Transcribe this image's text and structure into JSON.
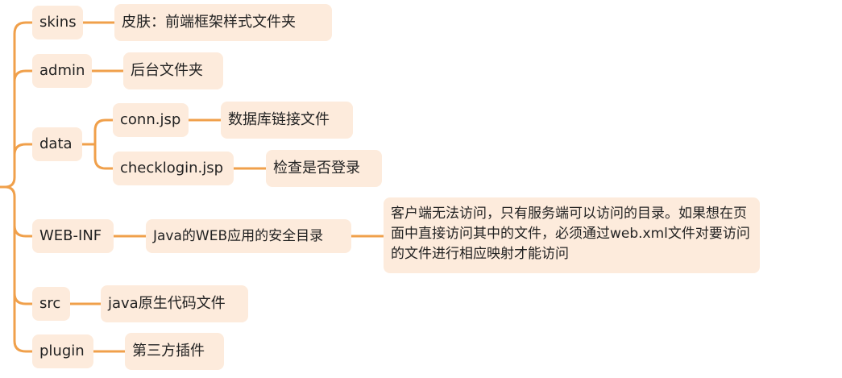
{
  "colors": {
    "line": "#f0a04b",
    "node_bg": "#fdebdc",
    "text": "#222222"
  },
  "nodes": {
    "skins": "skins",
    "skins_desc": "皮肤：前端框架样式文件夹",
    "admin": "admin",
    "admin_desc": "后台文件夹",
    "data": "data",
    "conn": "conn.jsp",
    "conn_desc": "数据库链接文件",
    "checklogin": "checklogin.jsp",
    "checklogin_desc": "检查是否登录",
    "webinf": "WEB-INF",
    "webinf_desc": "Java的WEB应用的安全目录",
    "webinf_note": "客户端无法访问，只有服务端可以访问的目录。如果想在页面中直接访问其中的文件，必须通过web.xml文件对要访问的文件进行相应映射才能访问",
    "src": "src",
    "src_desc": "java原生代码文件",
    "plugin": "plugin",
    "plugin_desc": "第三方插件"
  }
}
